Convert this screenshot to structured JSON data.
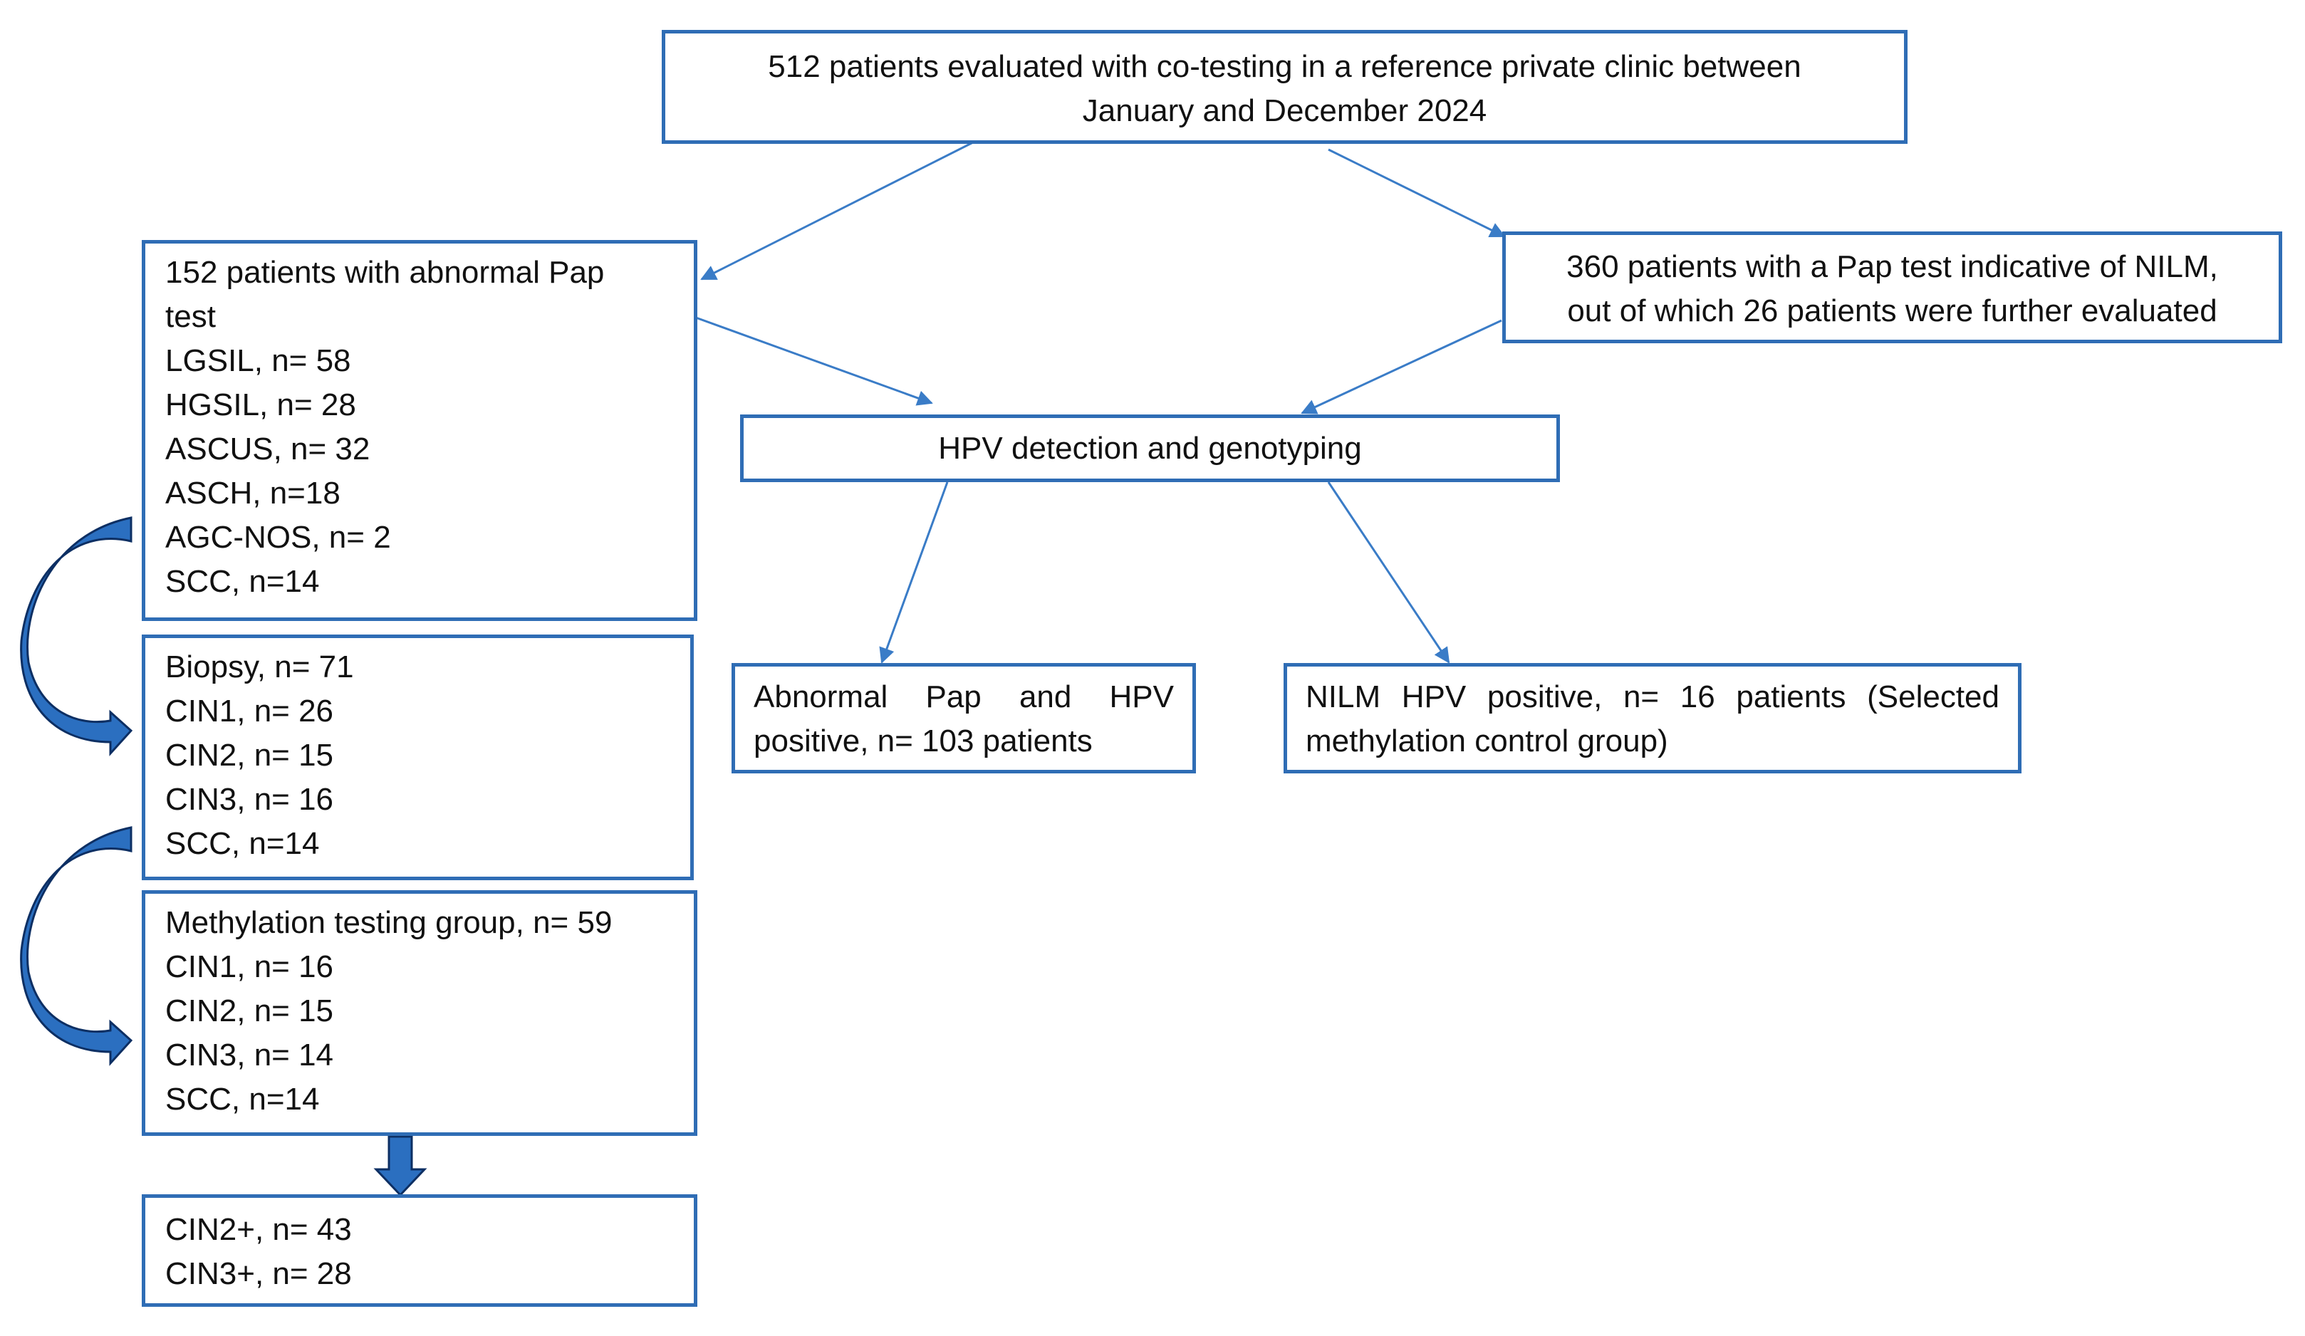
{
  "top_box": {
    "lines": [
      "512 patients evaluated with co-testing in a reference private clinic between",
      "January and December 2024"
    ]
  },
  "abnormal_pap_box": {
    "lines": [
      "152 patients with abnormal Pap",
      "test",
      "LGSIL, n= 58",
      "HGSIL, n= 28",
      "ASCUS, n= 32",
      "ASCH, n=18",
      "AGC-NOS, n= 2",
      "SCC, n=14"
    ]
  },
  "nilm_box": {
    "lines": [
      "360 patients with a Pap test indicative of NILM,",
      "out of which 26 patients were further evaluated"
    ]
  },
  "hpv_box": {
    "text": "HPV detection and genotyping"
  },
  "biopsy_box": {
    "lines": [
      "Biopsy, n= 71",
      "CIN1, n= 26",
      "CIN2, n= 15",
      "CIN3, n= 16",
      "SCC, n=14"
    ]
  },
  "abnormal_hpv_box": {
    "lines": [
      "Abnormal Pap and HPV",
      "positive, n= 103 patients"
    ]
  },
  "nilm_hpv_box": {
    "lines": [
      "NILM HPV positive, n= 16 patients (Selected",
      "methylation control group)"
    ]
  },
  "methylation_box": {
    "lines": [
      "Methylation testing group, n= 59",
      "CIN1, n= 16",
      "CIN2, n= 15",
      "CIN3, n= 14",
      "SCC, n=14"
    ]
  },
  "cin_box": {
    "lines": [
      "CIN2+, n= 43",
      "CIN3+, n= 28"
    ]
  },
  "colors": {
    "box_border": "#2f6db5",
    "connector": "#3a7cc7",
    "curved_arrow_fill": "#2b6fc0",
    "curved_arrow_stroke": "#0d2f63"
  }
}
